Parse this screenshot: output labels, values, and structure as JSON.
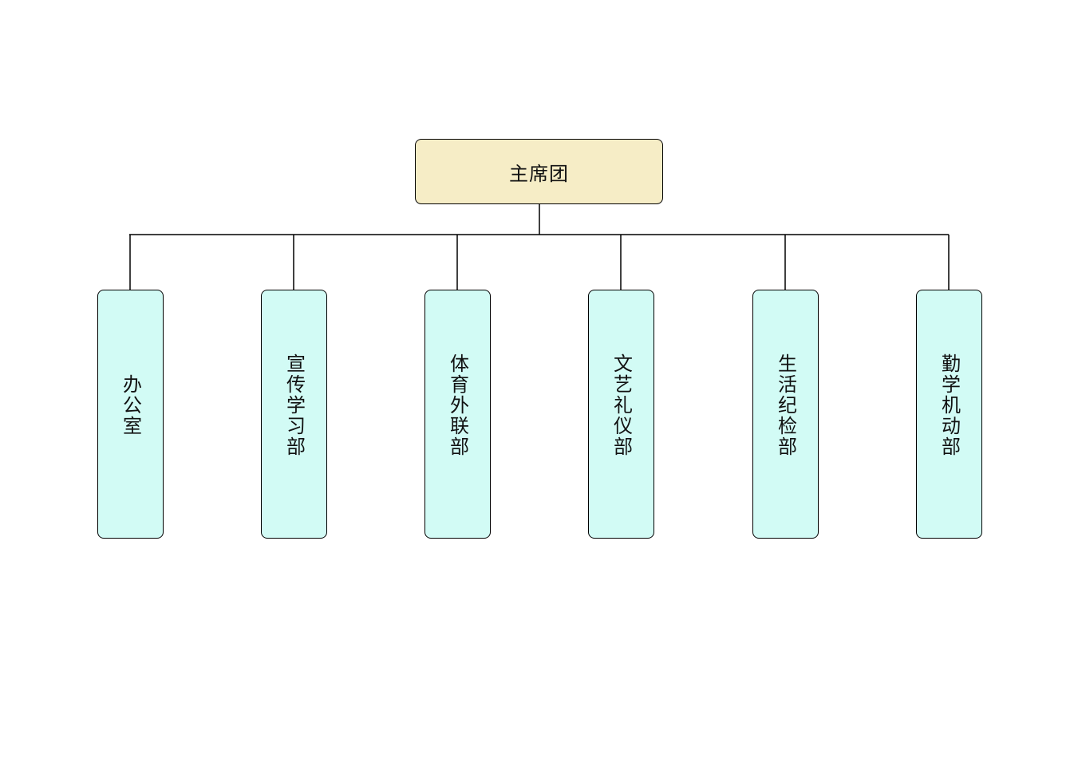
{
  "diagram": {
    "root": {
      "label": "主席团",
      "fill": "#f6edc6"
    },
    "departments": [
      {
        "label": "办公室"
      },
      {
        "label": "宣传学习部"
      },
      {
        "label": "体育外联部"
      },
      {
        "label": "文艺礼仪部"
      },
      {
        "label": "生活纪检部"
      },
      {
        "label": "勤学机动部"
      }
    ],
    "department_fill": "#d2fbf5",
    "line_color": "#000000"
  }
}
